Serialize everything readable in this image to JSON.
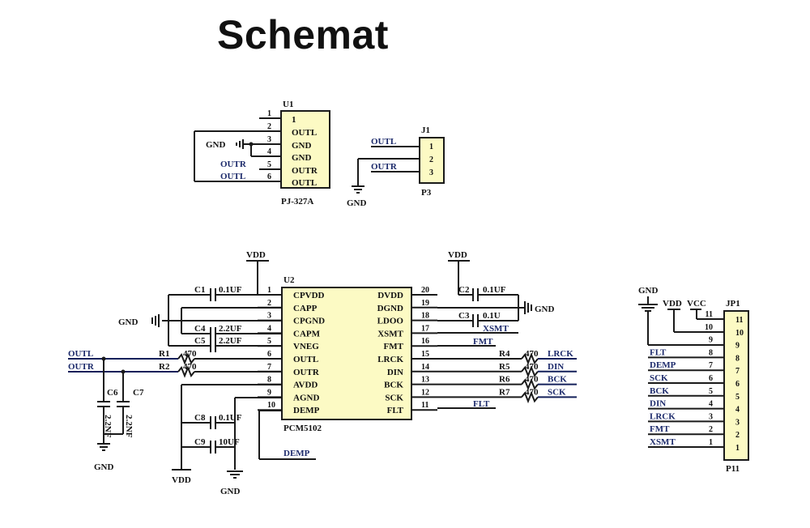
{
  "title": "Schemat",
  "u1": {
    "ref": "U1",
    "part": "PJ-327A",
    "pin_numbers": [
      "1",
      "2",
      "3",
      "4",
      "5",
      "6"
    ],
    "pin_names": [
      "1",
      "OUTL",
      "GND",
      "GND",
      "OUTR",
      "OUTL"
    ],
    "gnd_label": "GND",
    "outr_label": "OUTR",
    "outl_label": "OUTL"
  },
  "j1": {
    "ref": "J1",
    "part": "P3",
    "pins": [
      "1",
      "2",
      "3"
    ],
    "outl_label": "OUTL",
    "outr_label": "OUTR",
    "gnd_label": "GND"
  },
  "u2": {
    "ref": "U2",
    "part": "PCM5102",
    "left_nums": [
      "1",
      "2",
      "3",
      "4",
      "5",
      "6",
      "7",
      "8",
      "9",
      "10"
    ],
    "left_names": [
      "CPVDD",
      "CAPP",
      "CPGND",
      "CAPM",
      "VNEG",
      "OUTL",
      "OUTR",
      "AVDD",
      "AGND",
      "DEMP"
    ],
    "right_nums": [
      "20",
      "19",
      "18",
      "17",
      "16",
      "15",
      "14",
      "13",
      "12",
      "11"
    ],
    "right_names": [
      "DVDD",
      "DGND",
      "LDOO",
      "XSMT",
      "FMT",
      "LRCK",
      "DIN",
      "BCK",
      "SCK",
      "FLT"
    ]
  },
  "labels": {
    "vdd": "VDD",
    "gnd": "GND",
    "vcc": "VCC",
    "c1": "C1",
    "c1v": "0.1UF",
    "c2": "C2",
    "c2v": "0.1UF",
    "c3": "C3",
    "c3v": "0.1U",
    "c4": "C4",
    "c4v": "2.2UF",
    "c5": "C5",
    "c5v": "2.2UF",
    "c6": "C6",
    "c7": "C7",
    "c6v": "2.2NF",
    "c7v": "2.2NF",
    "c8": "C8",
    "c8v": "0.1UF",
    "c9": "C9",
    "c9v": "10UF",
    "r1": "R1",
    "r2": "R2",
    "r470": "470",
    "r4": "R4",
    "r5": "R5",
    "r6": "R6",
    "r7": "R7",
    "outl": "OUTL",
    "outr": "OUTR",
    "xsmt": "XSMT",
    "fmt": "FMT",
    "flt": "FLT",
    "demp": "DEMP",
    "lrck": "LRCK",
    "din": "DIN",
    "bck": "BCK",
    "sck": "SCK"
  },
  "jp1": {
    "ref": "JP1",
    "part": "P11",
    "pins": [
      "11",
      "10",
      "9",
      "8",
      "7",
      "6",
      "5",
      "4",
      "3",
      "2",
      "1"
    ],
    "nets": [
      "FLT",
      "DEMP",
      "SCK",
      "BCK",
      "DIN",
      "LRCK",
      "FMT",
      "XSMT"
    ]
  }
}
